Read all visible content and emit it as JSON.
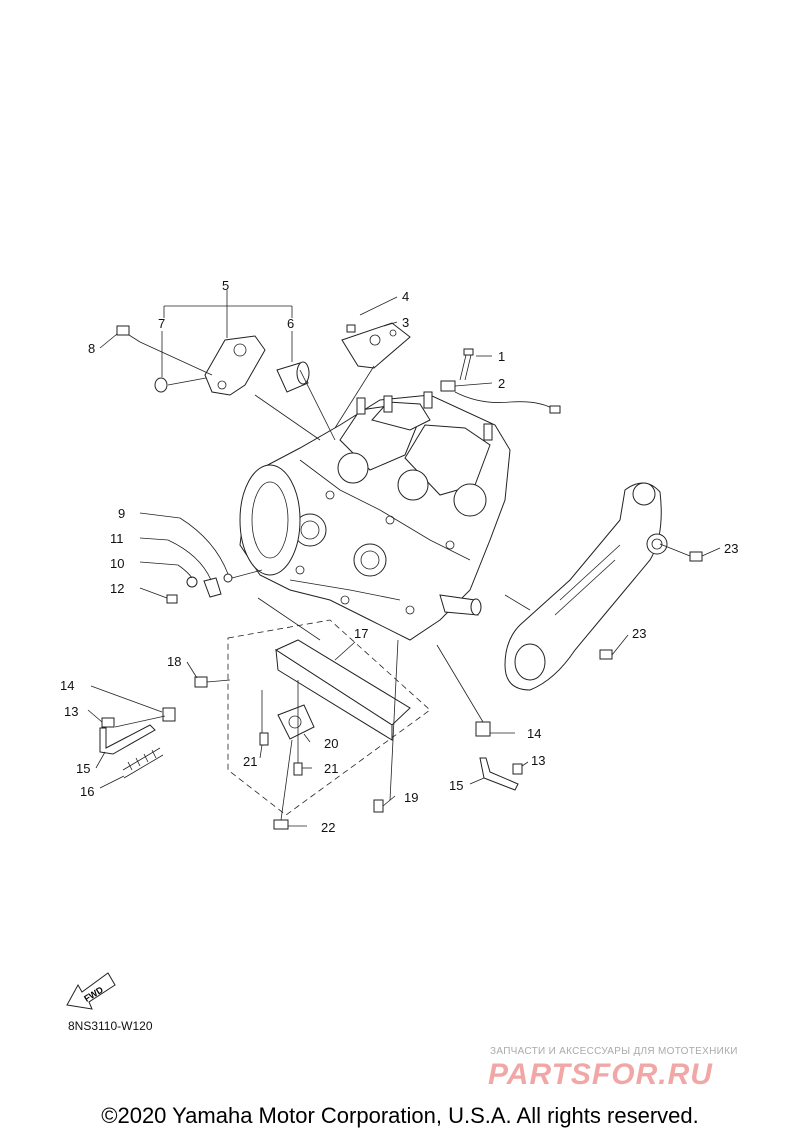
{
  "callouts": [
    "1",
    "2",
    "3",
    "4",
    "5",
    "6",
    "7",
    "8",
    "9",
    "10",
    "11",
    "12",
    "13",
    "14",
    "15",
    "16",
    "17",
    "18",
    "19",
    "20",
    "21",
    "22",
    "23"
  ],
  "fwd_label": "FWD",
  "diagram_code": "8NS3110-W120",
  "watermark_tagline": "ЗАПЧАСТИ И АКСЕССУАРЫ ДЛЯ МОТОТЕХНИКИ",
  "watermark_logo": "PARTSFOR.RU",
  "copyright": "©2020 Yamaha Motor Corporation, U.S.A. All rights reserved.",
  "colors": {
    "line": "#222222",
    "watermark": "#f2a7a7"
  }
}
